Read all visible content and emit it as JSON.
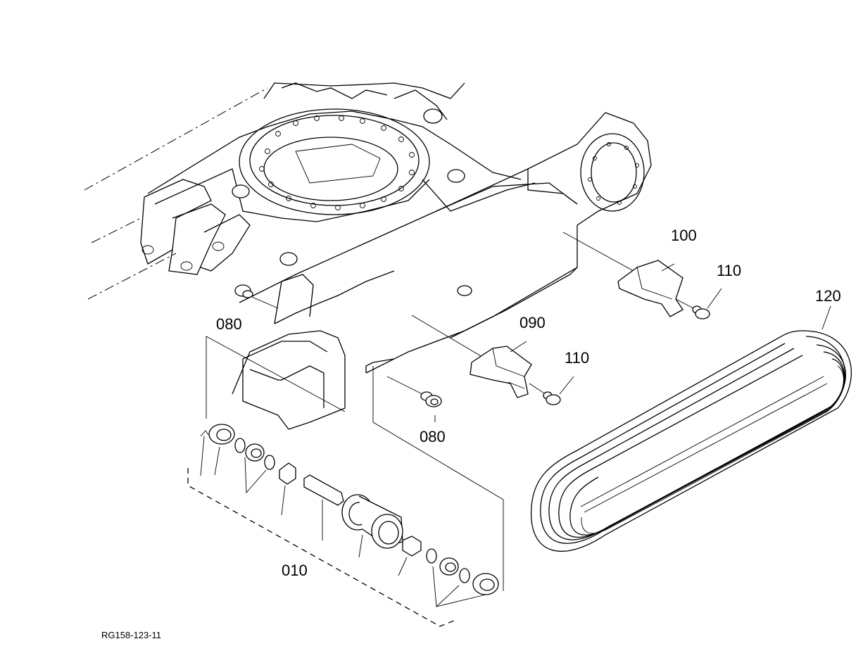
{
  "diagram": {
    "reference_code": "RG158-123-11",
    "callouts": {
      "part_010": "010",
      "part_080_upper": "080",
      "part_080_lower": "080",
      "part_090": "090",
      "part_100": "100",
      "part_110_upper": "110",
      "part_110_lower": "110",
      "part_120": "120"
    }
  }
}
